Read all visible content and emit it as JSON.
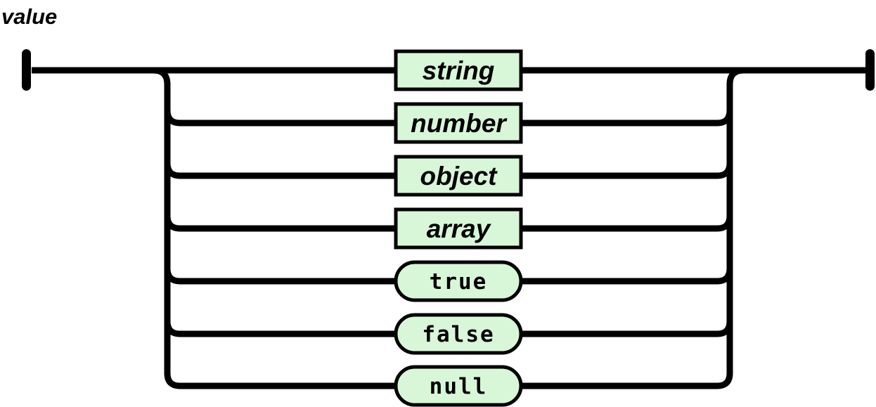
{
  "title": "value",
  "colors": {
    "node_fill": "#d8f6d8",
    "line": "#000000",
    "background": "#ffffff"
  },
  "alternatives": [
    {
      "label": "string",
      "kind": "nonterminal"
    },
    {
      "label": "number",
      "kind": "nonterminal"
    },
    {
      "label": "object",
      "kind": "nonterminal"
    },
    {
      "label": "array",
      "kind": "nonterminal"
    },
    {
      "label": "true",
      "kind": "terminal"
    },
    {
      "label": "false",
      "kind": "terminal"
    },
    {
      "label": "null",
      "kind": "terminal"
    }
  ]
}
